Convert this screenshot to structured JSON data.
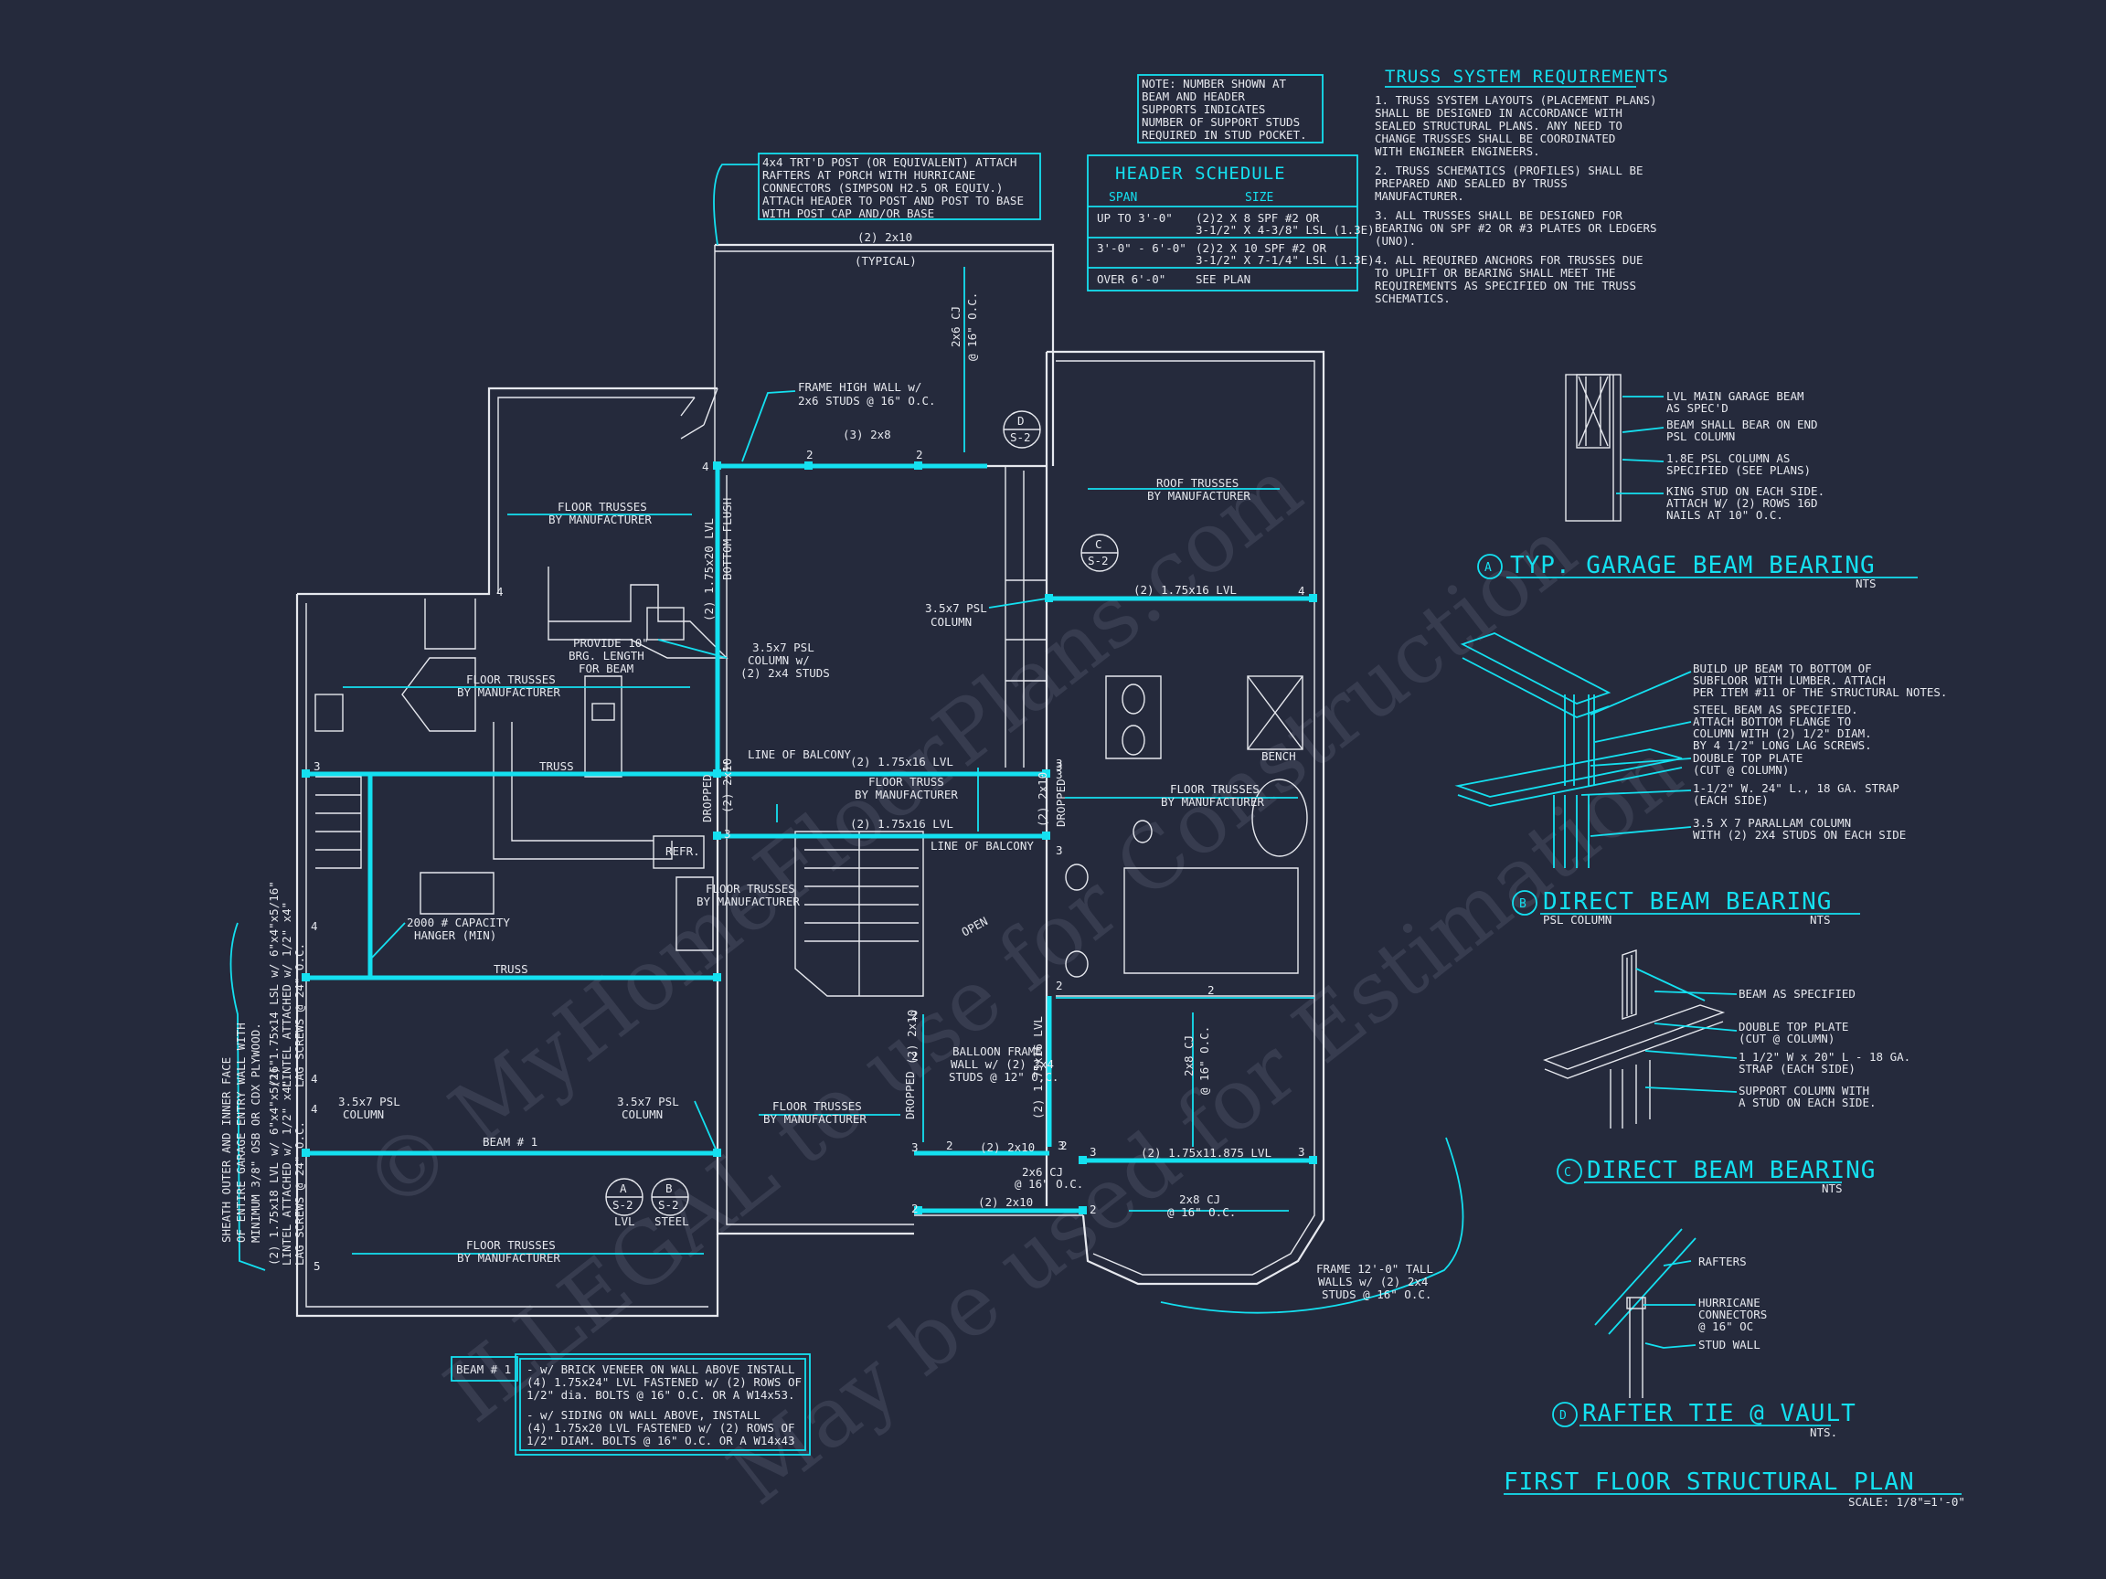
{
  "watermark": {
    "line1": "© MyHomeFloorPlans.com",
    "line2": "ILLEGAL to use for Construction",
    "line3": "May be used for Estimation"
  },
  "plan": {
    "title": "FIRST FLOOR STRUCTURAL PLAN",
    "scale": "SCALE: 1/8\"=1'-0\""
  },
  "notes": {
    "stud_note": [
      "NOTE: NUMBER SHOWN AT",
      "BEAM AND HEADER",
      "SUPPORTS INDICATES",
      "NUMBER OF SUPPORT STUDS",
      "REQUIRED IN STUD POCKET."
    ],
    "porch_note": [
      "4x4 TRT'D POST (OR EQUIVALENT) ATTACH",
      "RAFTERS AT PORCH WITH HURRICANE",
      "CONNECTORS (SIMPSON H2.5 OR EQUIV.)",
      "ATTACH HEADER TO POST AND POST TO BASE",
      "WITH POST CAP AND/OR BASE"
    ]
  },
  "header_schedule": {
    "title": "HEADER SCHEDULE",
    "col_span": "SPAN",
    "col_size": "SIZE",
    "rows": [
      {
        "span": "UP TO 3'-0\"",
        "size1": "(2)2 X 8 SPF #2 OR",
        "size2": "3-1/2\" X 4-3/8\" LSL (1.3E)"
      },
      {
        "span": "3'-0\" - 6'-0\"",
        "size1": "(2)2 X 10 SPF #2 OR",
        "size2": "3-1/2\" X 7-1/4\" LSL (1.3E)"
      },
      {
        "span": "OVER 6'-0\"",
        "size1": "SEE PLAN",
        "size2": ""
      }
    ]
  },
  "truss_requirements": {
    "title": "TRUSS SYSTEM REQUIREMENTS",
    "items": [
      [
        "1. TRUSS SYSTEM LAYOUTS (PLACEMENT PLANS)",
        "SHALL BE DESIGNED IN ACCORDANCE WITH",
        "SEALED STRUCTURAL PLANS. ANY NEED TO",
        "CHANGE TRUSSES SHALL BE COORDINATED",
        "WITH ENGINEER ENGINEERS."
      ],
      [
        "2. TRUSS SCHEMATICS (PROFILES) SHALL BE",
        "PREPARED AND SEALED BY TRUSS",
        "MANUFACTURER."
      ],
      [
        "3. ALL TRUSSES SHALL BE DESIGNED FOR",
        "BEARING ON SPF #2 OR #3 PLATES OR LEDGERS",
        "(UNO)."
      ],
      [
        "4. ALL REQUIRED ANCHORS FOR TRUSSES DUE",
        "TO UPLIFT OR BEARING SHALL MEET THE",
        "REQUIREMENTS AS SPECIFIED ON THE TRUSS",
        "SCHEMATICS."
      ]
    ]
  },
  "details": {
    "a": {
      "mark": "A",
      "title": "TYP. GARAGE BEAM BEARING",
      "nts": "NTS",
      "notes": [
        [
          "LVL MAIN GARAGE BEAM",
          "AS SPEC'D"
        ],
        [
          "BEAM SHALL BEAR ON END",
          "PSL COLUMN"
        ],
        [
          "1.8E PSL COLUMN AS",
          "SPECIFIED (SEE PLANS)"
        ],
        [
          "KING STUD ON EACH SIDE.",
          "ATTACH W/ (2) ROWS 16D",
          "NAILS AT 10\" O.C."
        ]
      ]
    },
    "b": {
      "mark": "B",
      "title": "DIRECT BEAM BEARING",
      "sub": "PSL COLUMN",
      "nts": "NTS",
      "notes": [
        [
          "BUILD UP BEAM TO BOTTOM OF",
          "SUBFLOOR WITH LUMBER.  ATTACH",
          "PER ITEM #11 OF THE STRUCTURAL NOTES."
        ],
        [
          "STEEL BEAM AS SPECIFIED.",
          "ATTACH BOTTOM FLANGE TO",
          "COLUMN WITH (2) 1/2\" DIAM.",
          "BY 4 1/2\" LONG LAG SCREWS."
        ],
        [
          "DOUBLE TOP PLATE",
          "(CUT @ COLUMN)"
        ],
        [
          "1-1/2\" W. 24\" L., 18 GA. STRAP",
          "(EACH SIDE)"
        ],
        [
          "3.5 X 7 PARALLAM COLUMN",
          "WITH (2) 2X4 STUDS ON EACH SIDE"
        ]
      ]
    },
    "c": {
      "mark": "C",
      "title": "DIRECT BEAM BEARING",
      "nts": "NTS",
      "notes": [
        [
          "BEAM AS SPECIFIED"
        ],
        [
          "DOUBLE TOP PLATE",
          "(CUT @ COLUMN)"
        ],
        [
          "1 1/2\" W x 20\" L - 18 GA.",
          "STRAP (EACH SIDE)"
        ],
        [
          "SUPPORT COLUMN WITH",
          "A STUD ON EACH SIDE."
        ]
      ]
    },
    "d": {
      "mark": "D",
      "title": "RAFTER TIE @ VAULT",
      "nts": "NTS.",
      "notes": [
        [
          "RAFTERS"
        ],
        [
          "HURRICANE",
          "CONNECTORS",
          "@ 16\" OC"
        ],
        [
          "STUD WALL"
        ]
      ]
    }
  },
  "beam_note": {
    "tag": "BEAM # 1",
    "brick": [
      "- w/ BRICK VENEER ON WALL ABOVE INSTALL",
      "(4) 1.75x24\" LVL FASTENED w/ (2) ROWS OF",
      "1/2\" dia. BOLTS @ 16\" O.C. OR A W14x53."
    ],
    "siding": [
      "- w/ SIDING ON WALL ABOVE, INSTALL",
      "(4) 1.75x20 LVL FASTENED w/ (2) ROWS OF",
      "1/2\" DIAM. BOLTS @ 16\" O.C. OR A W14x43"
    ]
  },
  "callouts": {
    "c_2x10": "(2) 2x10",
    "typical": "(TYPICAL)",
    "cj_top": "2x6 CJ",
    "cj_top_oc": "@ 16\" O.C.",
    "frame_high": [
      "FRAME HIGH WALL w/",
      "2x6 STUDS @ 16\" O.C."
    ],
    "three_2x8": "(3) 2x8",
    "floor_trusses": [
      "FLOOR TRUSSES",
      "BY MANUFACTURER"
    ],
    "floor_truss": [
      "FLOOR TRUSS",
      "BY MANUFACTURER"
    ],
    "roof_trusses": [
      "ROOF TRUSSES",
      "BY MANUFACTURER"
    ],
    "lvl_1_75x20": "(2) 1.75x20 LVL",
    "bottom_flush": "BOTTOM FLUSH",
    "lvl_1_75x16": "(2) 1.75x16 LVL",
    "psl_column": [
      "3.5x7 PSL",
      "COLUMN"
    ],
    "psl_column_w": [
      "3.5x7 PSL",
      "COLUMN w/",
      "(2) 2x4 STUDS"
    ],
    "provide": [
      "PROVIDE 10\"",
      "BRG. LENGTH",
      "FOR BEAM"
    ],
    "line_of_balcony": "LINE OF BALCONY",
    "truss": "TRUSS",
    "dropped": "DROPPED",
    "refr": "REFR.",
    "bench": "BENCH",
    "open": "OPEN",
    "hanger": [
      "2000 # CAPACITY",
      "HANGER (MIN)"
    ],
    "beam_1": "BEAM # 1",
    "lvl": "LVL",
    "steel": "STEEL",
    "balloon": [
      "BALLOON FRAME",
      "WALL w/ (2) 2x4",
      "STUDS @ 12\" O.C."
    ],
    "cj_2x6": [
      "2x6 CJ",
      "@ 16\" O.C."
    ],
    "cj_2x8": [
      "2x8 CJ",
      "@ 16\" O.C."
    ],
    "lvl_11875": "(2) 1.75x11.875 LVL",
    "c_2x10b": "(2) 2x10",
    "frame_12": [
      "FRAME 12'-0\" TALL",
      "WALLS w/ (2) 2x4",
      "STUDS @ 16\" O.C."
    ],
    "sheath": [
      "SHEATH OUTER AND INNER FACE",
      "OF ENTIRE GARAGE ENTRY WALL WITH",
      "MINIMUM 3/8\" OSB OR CDX PLYWOOD."
    ],
    "lintel_top": [
      "(2) 1.75x14 LSL w/ 6\"x4\"x5/16\"",
      "LINTEL ATTACHED w/ 1/2\" x4\"",
      "LAG SCREWS @ 24\" O.C."
    ],
    "lintel_bot": [
      "(2) 1.75x18 LVL w/ 6\"x4\"x5/16\"",
      "LINTEL ATTACHED w/ 1/2\" x4\"",
      "LAG SCREWS @ 24\" O.C."
    ],
    "s2": "S-2",
    "mark_a": "A",
    "mark_b": "B",
    "mark_c": "C",
    "mark_d": "D"
  },
  "stud_counts": [
    "4",
    "4",
    "4",
    "3",
    "3",
    "3",
    "4",
    "4",
    "4",
    "5",
    "2",
    "2",
    "2",
    "2",
    "3",
    "3",
    "3",
    "2",
    "2",
    "2",
    "3",
    "3",
    "2",
    "3",
    "2",
    "2",
    "3",
    "3"
  ]
}
